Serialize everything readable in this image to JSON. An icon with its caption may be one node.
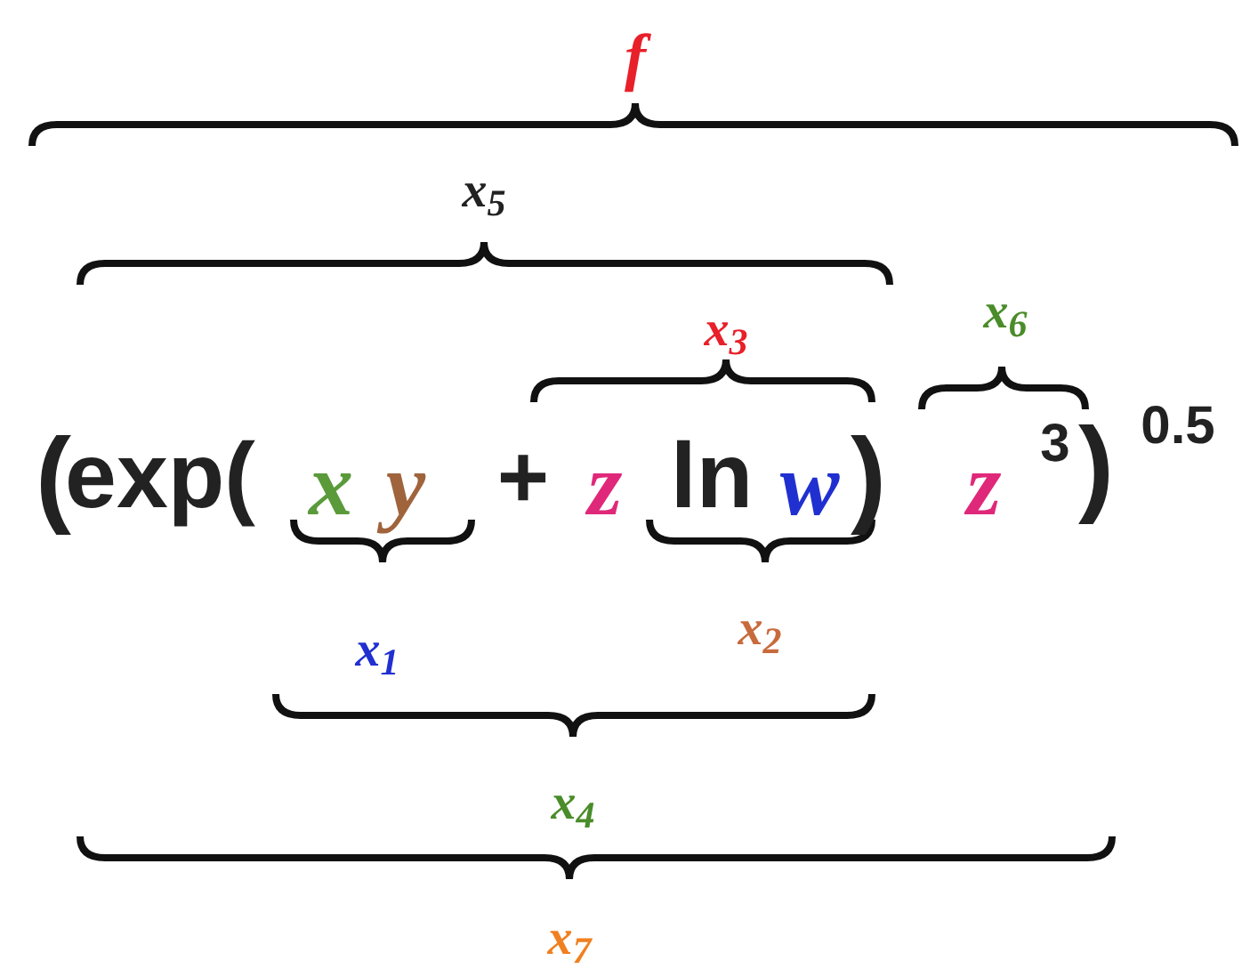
{
  "diagram": {
    "labels": [
      "f",
      "x$_{5}$",
      "x$_{3}$",
      "x$_{6}$",
      "(",
      "exp(",
      "x",
      "y",
      "+",
      "z",
      "ln",
      "w",
      ")",
      "z",
      "3",
      ")",
      "0.5",
      "x$_{1}$",
      "x$_{2}$",
      "x$_{4}$",
      "x$_{7}$"
    ]
  }
}
